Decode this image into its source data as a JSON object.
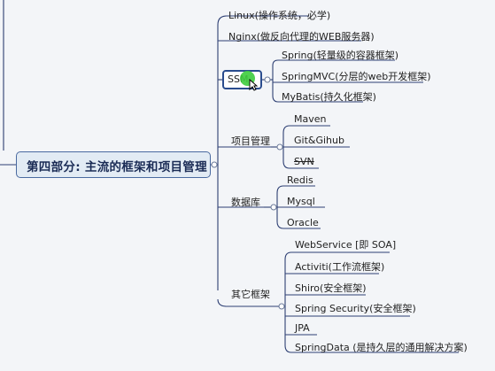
{
  "mindmap": {
    "root": "第四部分: 主流的框架和项目管理",
    "top_items": [
      "Linux(操作系统，必学)",
      "Nginx(做反向代理的WEB服务器)"
    ],
    "ssm": {
      "label": "SSM",
      "children": [
        "Spring(轻量级的容器框架)",
        "SpringMVC(分层的web开发框架)",
        "MyBatis(持久化框架)"
      ]
    },
    "project_mgmt": {
      "label": "项目管理",
      "children": [
        "Maven",
        "Git&Gihub",
        "SVN"
      ]
    },
    "database": {
      "label": "数据库",
      "children": [
        "Redis",
        "Mysql",
        "Oracle"
      ]
    },
    "other": {
      "label": "其它框架",
      "children": [
        "WebService [即 SOA]",
        "Activiti(工作流框架)",
        "Shiro(安全框架)",
        "Spring Security(安全框架)",
        "JPA",
        "SpringData (是持久层的通用解决方案)"
      ]
    }
  },
  "colors": {
    "line": "#2d3f73",
    "accent": "#4a6aa0",
    "cursor": "#3dcc3d",
    "background": "#f3f5f8"
  }
}
